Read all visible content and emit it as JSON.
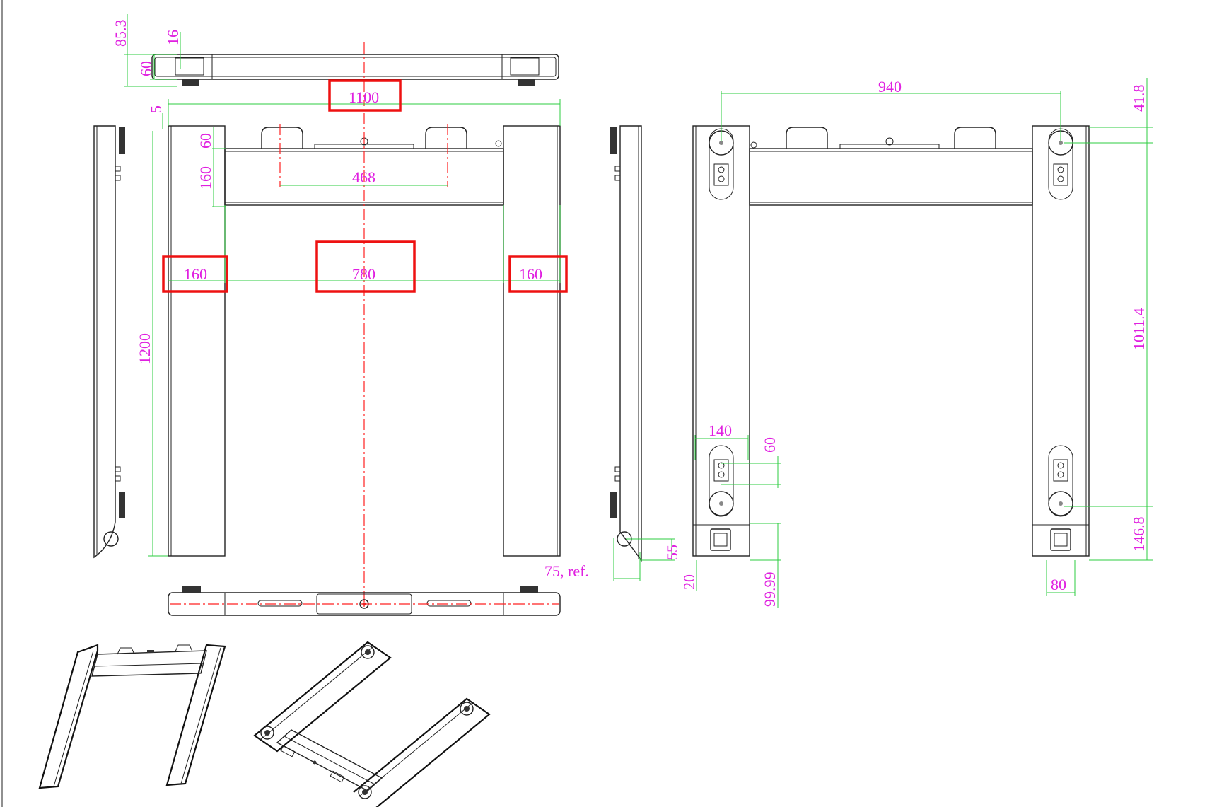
{
  "dimensions": {
    "top_height": "85.3",
    "top_offset": "16",
    "top_side": "60",
    "overall_width": "1100",
    "gap": "5",
    "upper_60": "60",
    "upper_160": "160",
    "handles": "468",
    "leg_left": "160",
    "center_span": "780",
    "leg_right": "160",
    "length": "1200",
    "ref_offset": "75, ref.",
    "side_55": "55",
    "right_span": "940",
    "right_41": "41.8",
    "right_1011": "1011.4",
    "right_146": "146.8",
    "w_140": "140",
    "v_60": "60",
    "v_20": "20",
    "v_9999": "99.99",
    "w_80": "80"
  },
  "colors": {
    "dimension_line": "#2ecc40",
    "dimension_text": "#e020e0",
    "centerline": "#ff2020",
    "highlight_box": "#ee1111",
    "outline": "#222222"
  }
}
